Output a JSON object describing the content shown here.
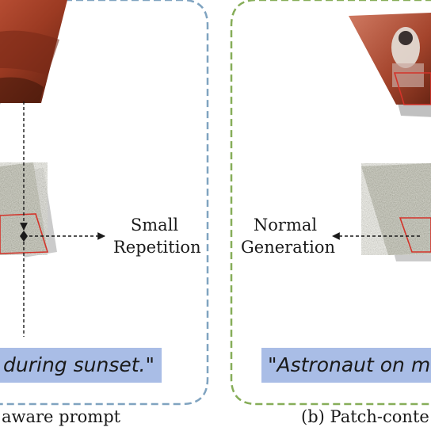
{
  "panels": [
    {
      "caption": "aware prompt",
      "outcome_line1": "Small",
      "outcome_line2": "Repetition",
      "prompt": "during sunset.\""
    },
    {
      "caption": "(b) Patch-conte",
      "outcome_line1": "Normal",
      "outcome_line2": "Generation",
      "prompt": "\"Astronaut on ma"
    }
  ],
  "colors": {
    "left_border": "#7fa3c0",
    "right_border": "#86ad58",
    "prompt_bg": "#a9bde6",
    "patch_outline": "#d4332a"
  }
}
